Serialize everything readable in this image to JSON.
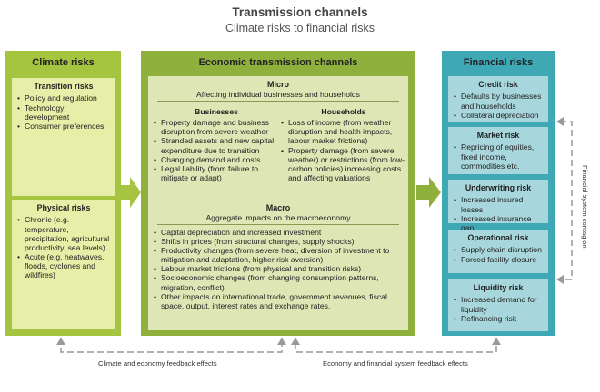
{
  "title": "Transmission channels",
  "subtitle": "Climate risks to financial risks",
  "climate": {
    "header": "Climate risks",
    "transition": {
      "title": "Transition risks",
      "items": [
        "Policy and regulation",
        "Technology development",
        "Consumer preferences"
      ]
    },
    "physical": {
      "title": "Physical risks",
      "items": [
        "Chronic (e.g. temperature, precipitation, agricultural productivity, sea levels)",
        "Acute (e.g. heatwaves, floods, cyclones and wildfires)"
      ]
    }
  },
  "economic": {
    "header": "Economic transmission channels",
    "micro": {
      "title": "Micro",
      "desc": "Affecting individual businesses and households",
      "businesses": {
        "title": "Businesses",
        "items": [
          "Property damage and business disruption from severe weather",
          "Stranded assets and new capital expenditure due to transition",
          "Changing demand and costs",
          "Legal liability (from failure to mitigate or adapt)"
        ]
      },
      "households": {
        "title": "Households",
        "items": [
          "Loss of income (from weather disruption and health impacts, labour market frictions)",
          "Property damage (from severe weather) or restrictions (from low-carbon policies) increasing costs and affecting valuations"
        ]
      }
    },
    "macro": {
      "title": "Macro",
      "desc": "Aggregate impacts on the macroeconomy",
      "items": [
        "Capital depreciation and increased investment",
        "Shifts in prices (from structural changes, supply shocks)",
        "Productivity changes (from severe heat, diversion of investment to mitigation and adaptation, higher risk aversion)",
        "Labour market frictions (from physical and transition risks)",
        "Socioeconomic changes (from changing consumption patterns, migration, conflict)",
        "Other impacts on international trade, government revenues, fiscal space, output, interest rates and exchange rates."
      ]
    }
  },
  "financial": {
    "header": "Financial risks",
    "boxes": [
      {
        "title": "Credit risk",
        "items": [
          "Defaults by businesses and households",
          "Collateral depreciation"
        ]
      },
      {
        "title": "Market risk",
        "items": [
          "Repricing of equities, fixed income, commodities etc."
        ]
      },
      {
        "title": "Underwriting risk",
        "items": [
          "Increased insured losses",
          "Increased insurance gap"
        ]
      },
      {
        "title": "Operational risk",
        "items": [
          "Supply chain disruption",
          "Forced facility closure"
        ]
      },
      {
        "title": "Liquidity risk",
        "items": [
          "Increased demand for liquidity",
          "Refinancing risk"
        ]
      }
    ]
  },
  "feedback": {
    "left": "Climate and economy feedback effects",
    "right": "Economy and financial system feedback effects",
    "side": "Financial system contagion"
  },
  "colors": {
    "climate": "#a5c43f",
    "climate_box": "#e7eea7",
    "economic": "#8fb03c",
    "economic_box": "#dee6b6",
    "financial": "#3ea9b5",
    "financial_box": "#a7d7dd"
  }
}
